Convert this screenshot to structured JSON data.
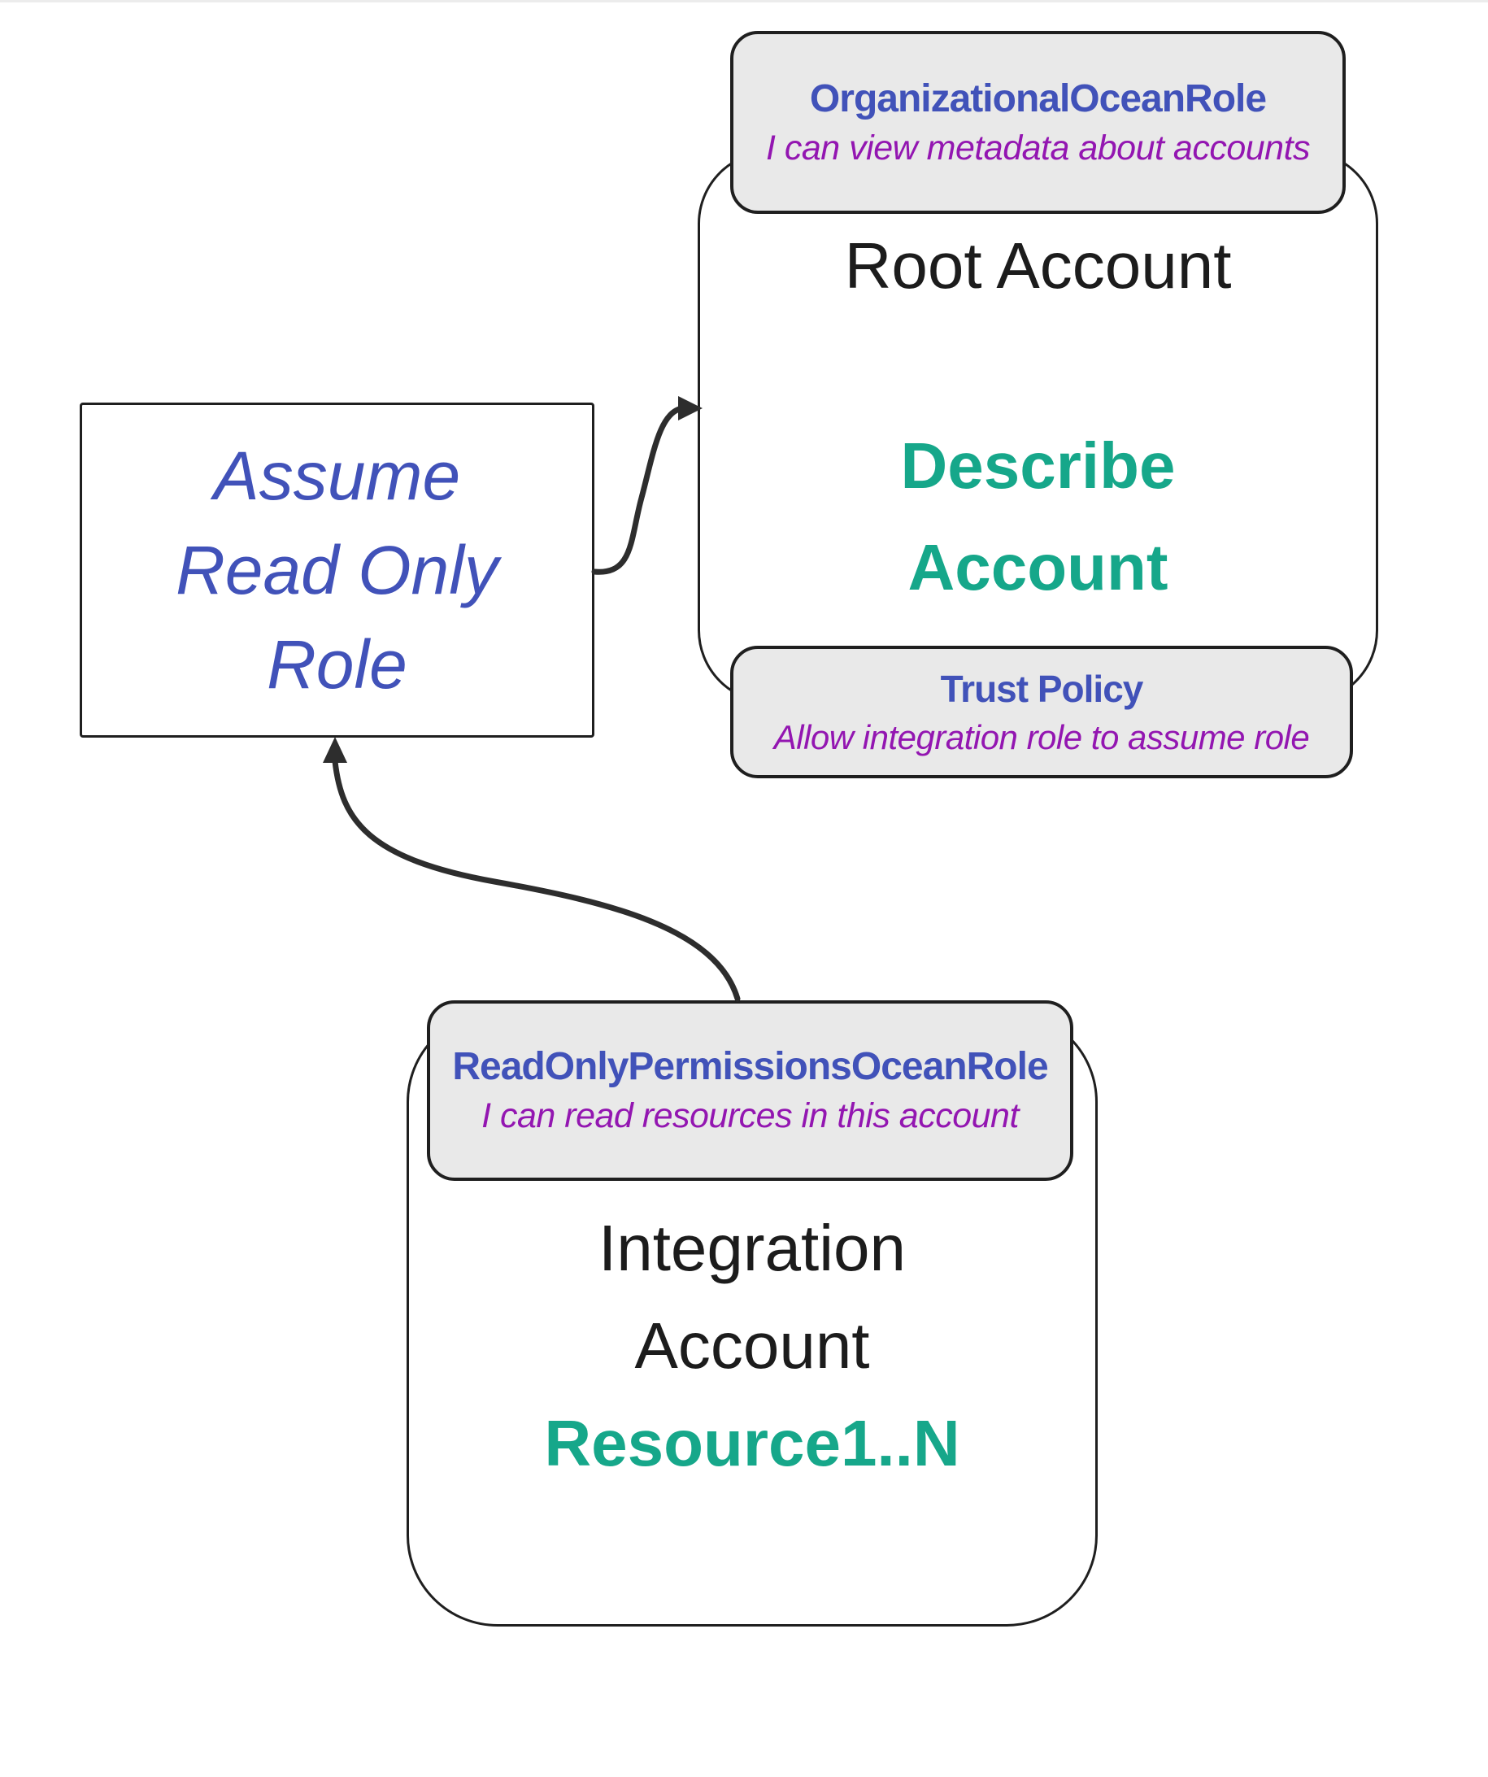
{
  "diagram": {
    "assume_box": {
      "line1": "Assume",
      "line2": "Read Only",
      "line3": "Role"
    },
    "root_account": {
      "title": "Root Account",
      "action_line1": "Describe",
      "action_line2": "Account"
    },
    "org_role_label": {
      "title": "OrganizationalOceanRole",
      "description": "I can view metadata about accounts"
    },
    "trust_policy_label": {
      "title": "Trust Policy",
      "description": "Allow integration role to assume role"
    },
    "readonly_role_label": {
      "title": "ReadOnlyPermissionsOceanRole",
      "description": "I can read resources in this account"
    },
    "integration_account": {
      "title_line1": "Integration",
      "title_line2": "Account",
      "resources": "Resource1..N"
    }
  },
  "colors": {
    "role_title_blue": "#4152b9",
    "description_purple": "#9316b1",
    "action_teal": "#16a78a",
    "node_text_black": "#1c1c1c",
    "label_fill_gray": "#e9e9e9",
    "border_dark": "#1f1f1f",
    "arrow_dark": "#2d2d2d"
  }
}
